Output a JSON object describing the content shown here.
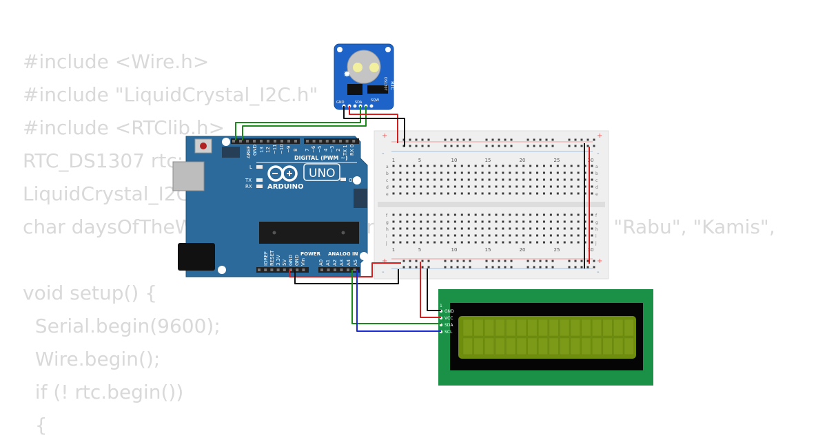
{
  "code": {
    "lines": [
      "#include <Wire.h>",
      "#include \"LiquidCrystal_I2C.h\"",
      "#include <RTClib.h>",
      "RTC_DS1307 rtc;",
      "LiquidCrystal_I2C lcd(0x27, 16, 2);",
      "char daysOfTheWeek[7][12] = {\"Minggu\", \"Senin\", \"Selasa\", \"Rabu\", \"Kamis\",",
      "",
      "void setup() {",
      "  Serial.begin(9600);",
      "  Wire.begin();",
      "  if (! rtc.begin())",
      "  {"
    ]
  },
  "arduino": {
    "logo": "UNO",
    "brand": "ARDUINO",
    "digital_label": "DIGITAL (PWM ~)",
    "power_label": "POWER",
    "analog_label": "ANALOG IN",
    "on_label": "ON",
    "l_label": "L",
    "tx_label": "TX",
    "rx_label": "RX",
    "aref": "AREF",
    "gnd": "GND",
    "pin_13": "13",
    "pin_12": "12",
    "pin_11": "~11",
    "pin_10": "~10",
    "pin_9": "~9",
    "pin_8": "8",
    "pin_7": "7",
    "pin_6": "~6",
    "pin_5": "~5",
    "pin_4": "4",
    "pin_3": "~3",
    "pin_2": "2",
    "pin_tx": "TX 1",
    "pin_rx": "RX 0",
    "ioref": "IOREF",
    "reset": "RESET",
    "v33": "3.3V",
    "v5": "5V",
    "gnd1": "GND",
    "gnd2": "GND",
    "vin": "Vin",
    "a0": "A0",
    "a1": "A1",
    "a2": "A2",
    "a3": "A3",
    "a4": "A4",
    "a5": "A5"
  },
  "rtc": {
    "title": "RTC",
    "chip": "DS1307",
    "gnd": "GND",
    "sda": "SDA",
    "sqw": "SQW"
  },
  "breadboard": {
    "top_numbers": [
      "1",
      "5",
      "10",
      "15",
      "20",
      "25",
      "30"
    ],
    "bottom_numbers": [
      "1",
      "5",
      "10",
      "15",
      "20",
      "25",
      "30"
    ],
    "rows_top": [
      "a",
      "b",
      "c",
      "d",
      "e"
    ],
    "rows_bottom": [
      "f",
      "g",
      "h",
      "i",
      "j"
    ],
    "plus": "+",
    "minus": "-"
  },
  "lcd": {
    "pin1": "1",
    "gnd": "GND",
    "vcc": "VCC",
    "sda": "SDA",
    "scl": "SCL"
  },
  "colors": {
    "code": "#d9d9d9",
    "arduino": "#2b6a9a",
    "rtc": "#1e64c8",
    "lcd_board": "#1a9146",
    "lcd_screen": "#6e8c0e",
    "wire_green": "#1a8a1a",
    "wire_red": "#d61d1d",
    "wire_black": "#111111",
    "wire_blue": "#1a2ad6"
  }
}
